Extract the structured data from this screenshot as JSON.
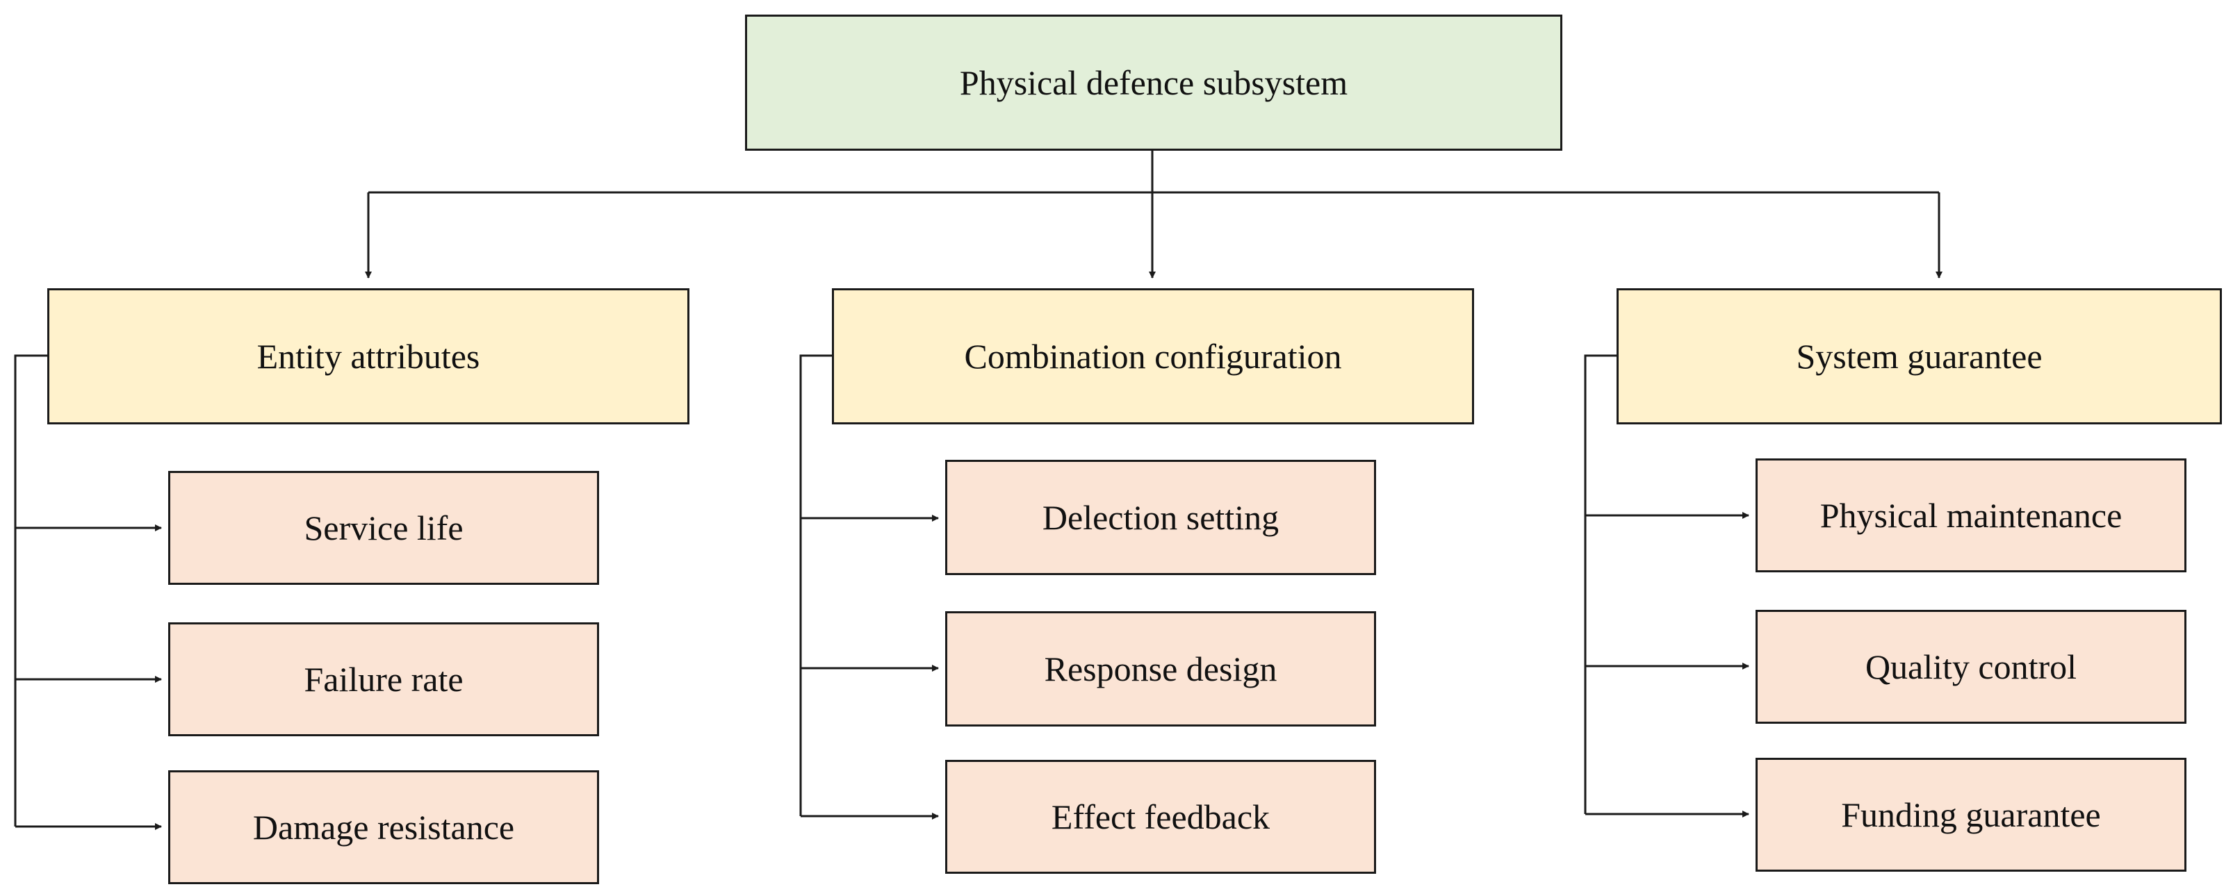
{
  "root": {
    "label": "Physical defence subsystem"
  },
  "categories": [
    {
      "label": "Entity attributes",
      "items": [
        "Service life",
        "Failure rate",
        "Damage resistance"
      ]
    },
    {
      "label": "Combination configuration",
      "items": [
        "Delection setting",
        "Response design",
        "Effect feedback"
      ]
    },
    {
      "label": "System guarantee",
      "items": [
        "Physical maintenance",
        "Quality control",
        "Funding guarantee"
      ]
    }
  ],
  "colors": {
    "root_fill": "#e2efd9",
    "category_fill": "#fff2cc",
    "leaf_fill": "#fbe4d5",
    "line": "#1a1a1a"
  }
}
